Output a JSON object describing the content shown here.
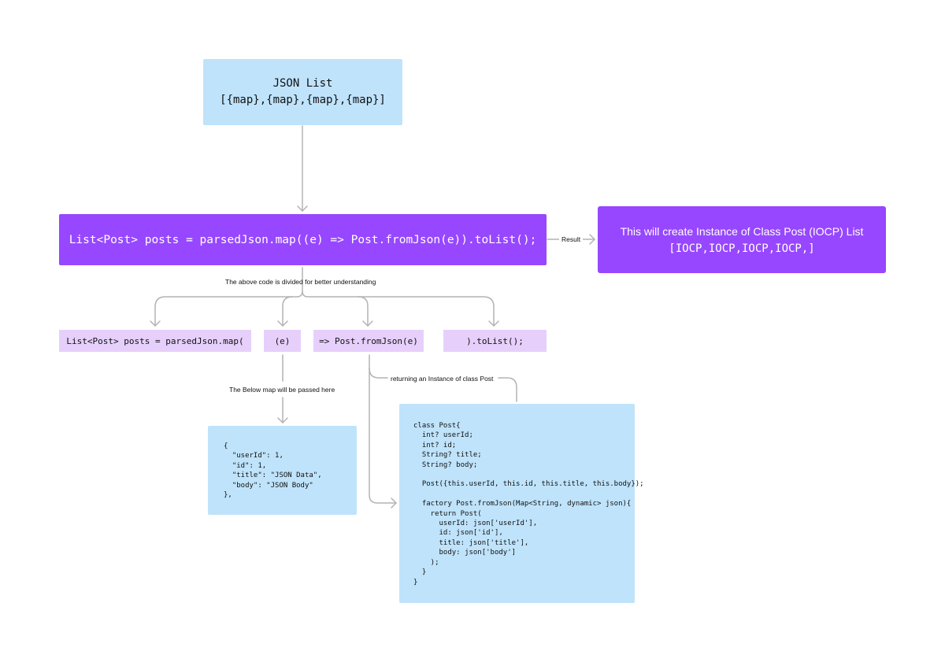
{
  "json_list": {
    "title": "JSON List",
    "content": "[{map},{map},{map},{map}]"
  },
  "main_code": "List<Post> posts = parsedJson.map((e) => Post.fromJson(e)).toList();",
  "result_label": "Result",
  "result_box": {
    "line1": "This will create Instance of Class Post (IOCP) List",
    "line2": "[IOCP,IOCP,IOCP,IOCP,]"
  },
  "divided_label": "The above code is divided for better understanding",
  "parts": [
    "List<Post> posts = parsedJson.map(",
    "(e)",
    "=> Post.fromJson(e)",
    ").toList();"
  ],
  "below_label": "The Below map will be passed here",
  "returning_label": "returning an Instance of class Post",
  "map_code": [
    "{",
    "  \"userId\": 1,",
    "  \"id\": 1,",
    "  \"title\": \"JSON Data\",",
    "  \"body\": \"JSON Body\"",
    "},"
  ],
  "class_code": [
    "class Post{",
    "  int? userId;",
    "  int? id;",
    "  String? title;",
    "  String? body;",
    "",
    "  Post({this.userId, this.id, this.title, this.body});",
    "",
    "  factory Post.fromJson(Map<String, dynamic> json){",
    "    return Post(",
    "      userId: json['userId'],",
    "      id: json['id'],",
    "      title: json['title'],",
    "      body: json['body']",
    "    );",
    "  }",
    "}"
  ],
  "colors": {
    "light_blue": "#bfe3fb",
    "purple": "#9747ff",
    "light_purple": "#e6d0fb",
    "connector": "#b3b3b3"
  }
}
